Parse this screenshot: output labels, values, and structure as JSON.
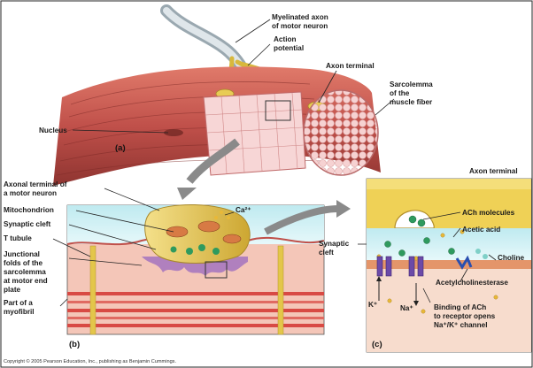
{
  "panels": {
    "a": "(a)",
    "b": "(b)",
    "c": "(c)"
  },
  "labels_a": {
    "axon_line1": "Myelinated axon",
    "axon_line2": "of motor neuron",
    "action_line1": "Action",
    "action_line2": "potential",
    "axon_terminal": "Axon terminal",
    "sarco_line1": "Sarcolemma",
    "sarco_line2": "of the",
    "sarco_line3": "muscle fiber",
    "nucleus": "Nucleus"
  },
  "labels_b": {
    "axonal_line1": "Axonal terminal of",
    "axonal_line2": "a motor neuron",
    "mitochondrion": "Mitochondrion",
    "synaptic_cleft": "Synaptic cleft",
    "t_tubule": "T tubule",
    "junc_line1": "Junctional",
    "junc_line2": "folds of the",
    "junc_line3": "sarcolemma",
    "junc_line4": "at motor end",
    "junc_line5": "plate",
    "part_line1": "Part of a",
    "part_line2": "myofibril",
    "ca": "Ca²⁺"
  },
  "labels_c": {
    "axon_terminal": "Axon terminal",
    "ach_molecules": "ACh molecules",
    "acetic_acid": "Acetic acid",
    "choline": "Choline",
    "synaptic_line1": "Synaptic",
    "synaptic_line2": "cleft",
    "ache": "Acetylcholinesterase",
    "k": "K⁺",
    "na": "Na⁺",
    "binding_line1": "Binding of ACh",
    "binding_line2": "to receptor opens",
    "binding_line3": "Na⁺/K⁺ channel"
  },
  "copyright": "Copyright © 2005 Pearson Education, Inc., publishing as Benjamin Cummings.",
  "colors": {
    "muscle": "#c85a4e",
    "muscle_dark": "#9c3a33",
    "cross_section": "#f2c7c7",
    "axon": "#e3c64a",
    "cleft": "#c9eef2",
    "membrane": "#7a4aa0",
    "ach": "#2f9a5e",
    "gold_ion": "#e8b838",
    "panel_bg": "#ffffff",
    "border": "#222222"
  }
}
